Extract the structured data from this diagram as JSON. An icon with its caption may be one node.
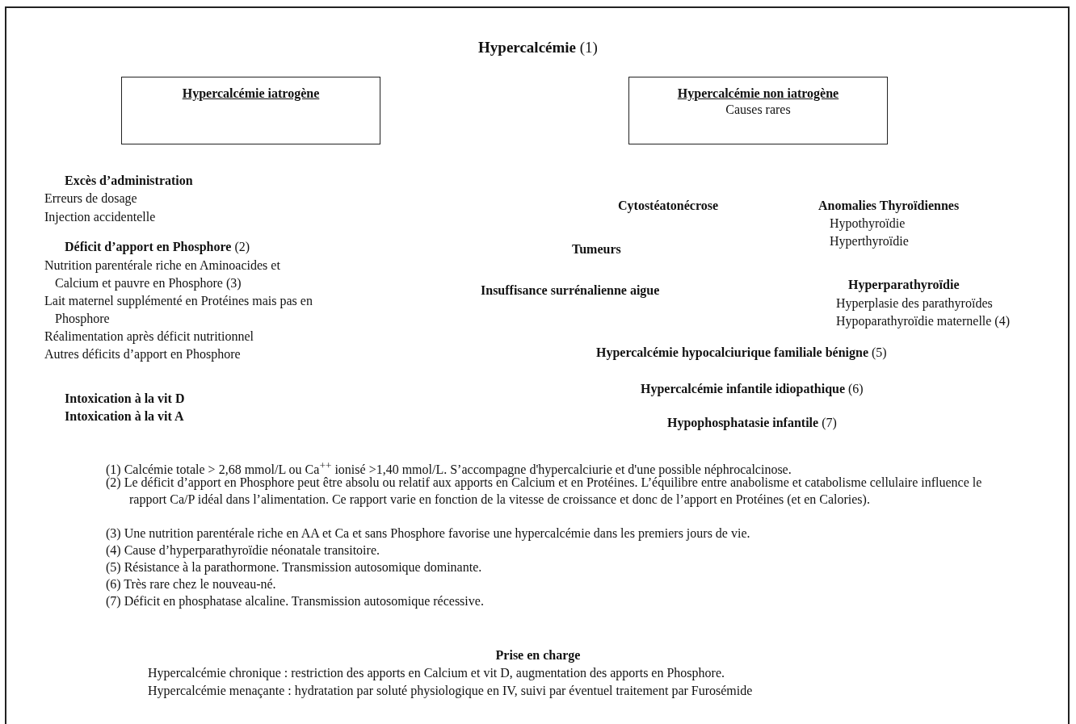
{
  "diagram": {
    "title": "**Hypercalcémie** (1)",
    "nodes": [
      {
        "text": [
          "Hypercalcémie iatrogène"
        ]
      },
      {
        "text": [
          "Hypercalcémie non iatrogène",
          "Causes rares"
        ]
      }
    ],
    "edges": [],
    "labels": [
      "Excès d’administration",
      "Erreurs de dosage",
      "Injection accidentelle",
      "**Déficit d’apport en Phosphore** (2)",
      "Nutrition parentérale riche en Aminoacides et Calcium et pauvre en Phosphore (3)",
      "Lait maternel supplémenté en Protéines mais pas en Phosphore",
      "Réalimentation après déficit nutritionnel",
      "Autres déficits d’apport en Phosphore",
      "Intoxication à la vit D",
      "Intoxication à la vit A",
      "Cytostéatonécrose",
      "Anomalies Thyroïdiennes",
      "Hypothyroïdie",
      "Hyperthyroïdie",
      "Tumeurs",
      "Insuffisance surrénalienne aigue",
      "Hyperparathyroïdie",
      "Hyperplasie des parathyroïdes",
      "Hypoparathyroïdie maternelle (4)",
      "**Hypercalcémie hypocalciurique familiale bénigne** (5)",
      "**Hypercalcémie infantile idiopathique** (6)",
      "**Hypophosphatasie infantile** (7)",
      "(1) Calcémie totale > 2,68 mmol/L ou Ca$^{++}$ ionisé >1,40 mmol/L. S’accompagne d'hypercalciurie et d'une possible néphrocalcinose.",
      "(2) Le déficit d’apport en Phosphore peut être absolu ou relatif aux apports en Calcium et en Protéines. L’équilibre entre anabolisme et catabolisme cellulaire influence le rapport Ca/P idéal dans l’alimentation. Ce rapport varie en fonction de la vitesse de croissance et donc de l’apport en Protéines (et en Calories).",
      "(3) Une nutrition parentérale riche en AA et Ca et sans Phosphore favorise une hypercalcémie dans les premiers jours de vie.",
      "(4) Cause d’hyperparathyroïdie néonatale transitoire.",
      "(5) Résistance à la parathormone. Transmission autosomique dominante.",
      "(6) Très rare chez le nouveau-né.",
      "(7) Déficit en phosphatase alcaline. Transmission autosomique récessive.",
      "Prise en charge",
      "Hypercalcémie chronique : restriction des apports en Calcium et vit D, augmentation des apports en Phosphore.",
      "Hypercalcémie menaçante : hydratation par soluté physiologique en IV, suivi par éventuel traitement par Furosémide"
    ]
  }
}
